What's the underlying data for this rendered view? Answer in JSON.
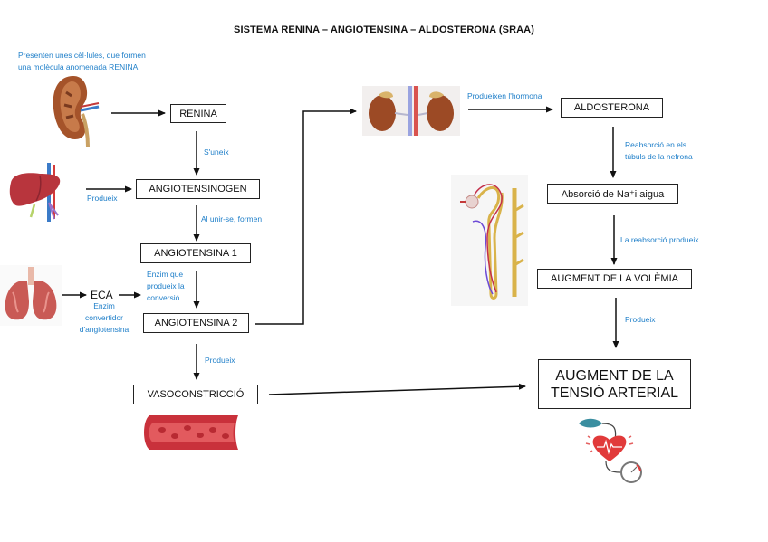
{
  "title": "SISTEMA RENINA – ANGIOTENSINA – ALDOSTERONA   (SRAA)",
  "intro_note": [
    "Presenten unes cèl·lules, que formen",
    "una molècula anomenada RENINA."
  ],
  "boxes": {
    "renina": "RENINA",
    "angiotensinogen": "ANGIOTENSINOGEN",
    "angiotensina1": "ANGIOTENSINA 1",
    "eca": "ECA",
    "angiotensina2": "ANGIOTENSINA 2",
    "vasoconstriccio": "VASOCONSTRICCIÓ",
    "aldosterona": "ALDOSTERONA",
    "absorcio": "Absorció de Na⁺i aigua",
    "volemia": "AUGMENT DE LA VOLÈMIA",
    "tensio_line1": "AUGMENT DE LA",
    "tensio_line2": "TENSIÓ ARTERIAL"
  },
  "labels": {
    "suneix": "S'uneix",
    "produeix_liver": "Produeix",
    "al_unir": "Al unir-se, formen",
    "enzim_que": [
      "Enzim que",
      "produeix la",
      "conversió"
    ],
    "eca_desc": [
      "Enzim",
      "convertidor",
      "d'angiotensina"
    ],
    "produeix_vaso": "Produeix",
    "produeixen_hormona": "Produeixen l'hormona",
    "reabsorcio": [
      "Reabsorció en els",
      "túbuls de la nefrona"
    ],
    "reabsorcio_produeix": "La reabsorció produeix",
    "produeix_tensio": "Produeix"
  },
  "images": {
    "kidney": "kidney-illustration",
    "liver": "liver-illustration",
    "lungs": "lungs-illustration",
    "blood_vessel": "blood-vessel-illustration",
    "adrenal_kidneys": "kidneys-adrenal-illustration",
    "nephron": "nephron-illustration",
    "blood_pressure": "blood-pressure-monitor-illustration"
  },
  "colors": {
    "label_blue": "#1f7fc9",
    "box_border": "#222222",
    "arrow": "#111111"
  }
}
